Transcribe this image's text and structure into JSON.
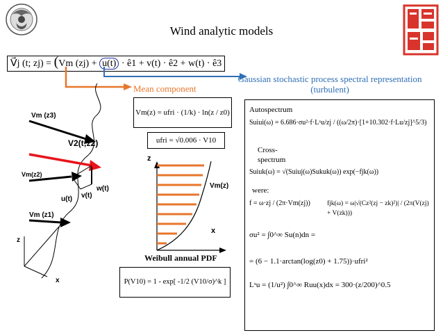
{
  "title": "Wind analytic models",
  "main_equation": {
    "lhs": "V⃗j (t; zj) =",
    "mean_term": "Vm (zj)",
    "plus1": "+",
    "u_term": "u(t)",
    "e1": "· ê1 +",
    "v_term": "v(t) · ê2 +",
    "w_term": "w(t) · ê3"
  },
  "labels": {
    "mean_component": "Mean component",
    "gaussian": "Gaussian stochastic process spectral representation (turbulent)",
    "weibull": "Weibull annual PDF"
  },
  "mean_eqs": {
    "log_law": "Vm(z) = ufri · (1/k) · ln(z / z0)",
    "ufri": "ufri = √0.006 · V10"
  },
  "weibull_eq": "P(V10) = 1 - exp[ -1/2 (V10/σ)^k ]",
  "profile_diagram": {
    "z_axis": "z",
    "x_axis": "x",
    "vm_label": "Vm(z)"
  },
  "left_diagram": {
    "vm_z3": "Vm (z3)",
    "v2": "V2(t;z2)",
    "vm_z2": "Vm(z2)",
    "w": "w(t)",
    "u": "u(t)",
    "v": "v(t)",
    "vm_z1": "Vm (z1)",
    "z": "z",
    "x": "x"
  },
  "panel": {
    "autospectrum": "Autospectrum",
    "auto_eq": "Suiui(ω) = 6.686·σu²·f·Lˣu/zj / ((ω/2π)·[1+10.302·f·Lu/zj]^5/3)",
    "cross_label_1": "Cross-",
    "cross_label_2": "spectrum",
    "cross_eq": "Suiuk(ω) = √(Suiuj(ω)Sukuk(ω)) exp(−fjk(ω))",
    "were": "were:",
    "f_eq": "f = ω·zj / (2π·Vm(zj))",
    "fjk_eq": "fjk(ω) = ω|√(Cz²(zj − zk)²)| / (2π(V(zj) + V(zk)))",
    "sigma_eq": "σu² = ∫0^∞ Su(n)dn =",
    "sigma_eq2": "= (6 − 1.1·arctan(log(z0) + 1.75))·ufri²",
    "L_eq": "Lˣu = (1/u²) ∫0^∞ Ruu(x)dx = 300·(z/200)^0.5"
  },
  "colors": {
    "orange": "#e8762b",
    "blue": "#2e6fb5",
    "red": "#e8141b",
    "stamp_red": "#d9342b"
  }
}
